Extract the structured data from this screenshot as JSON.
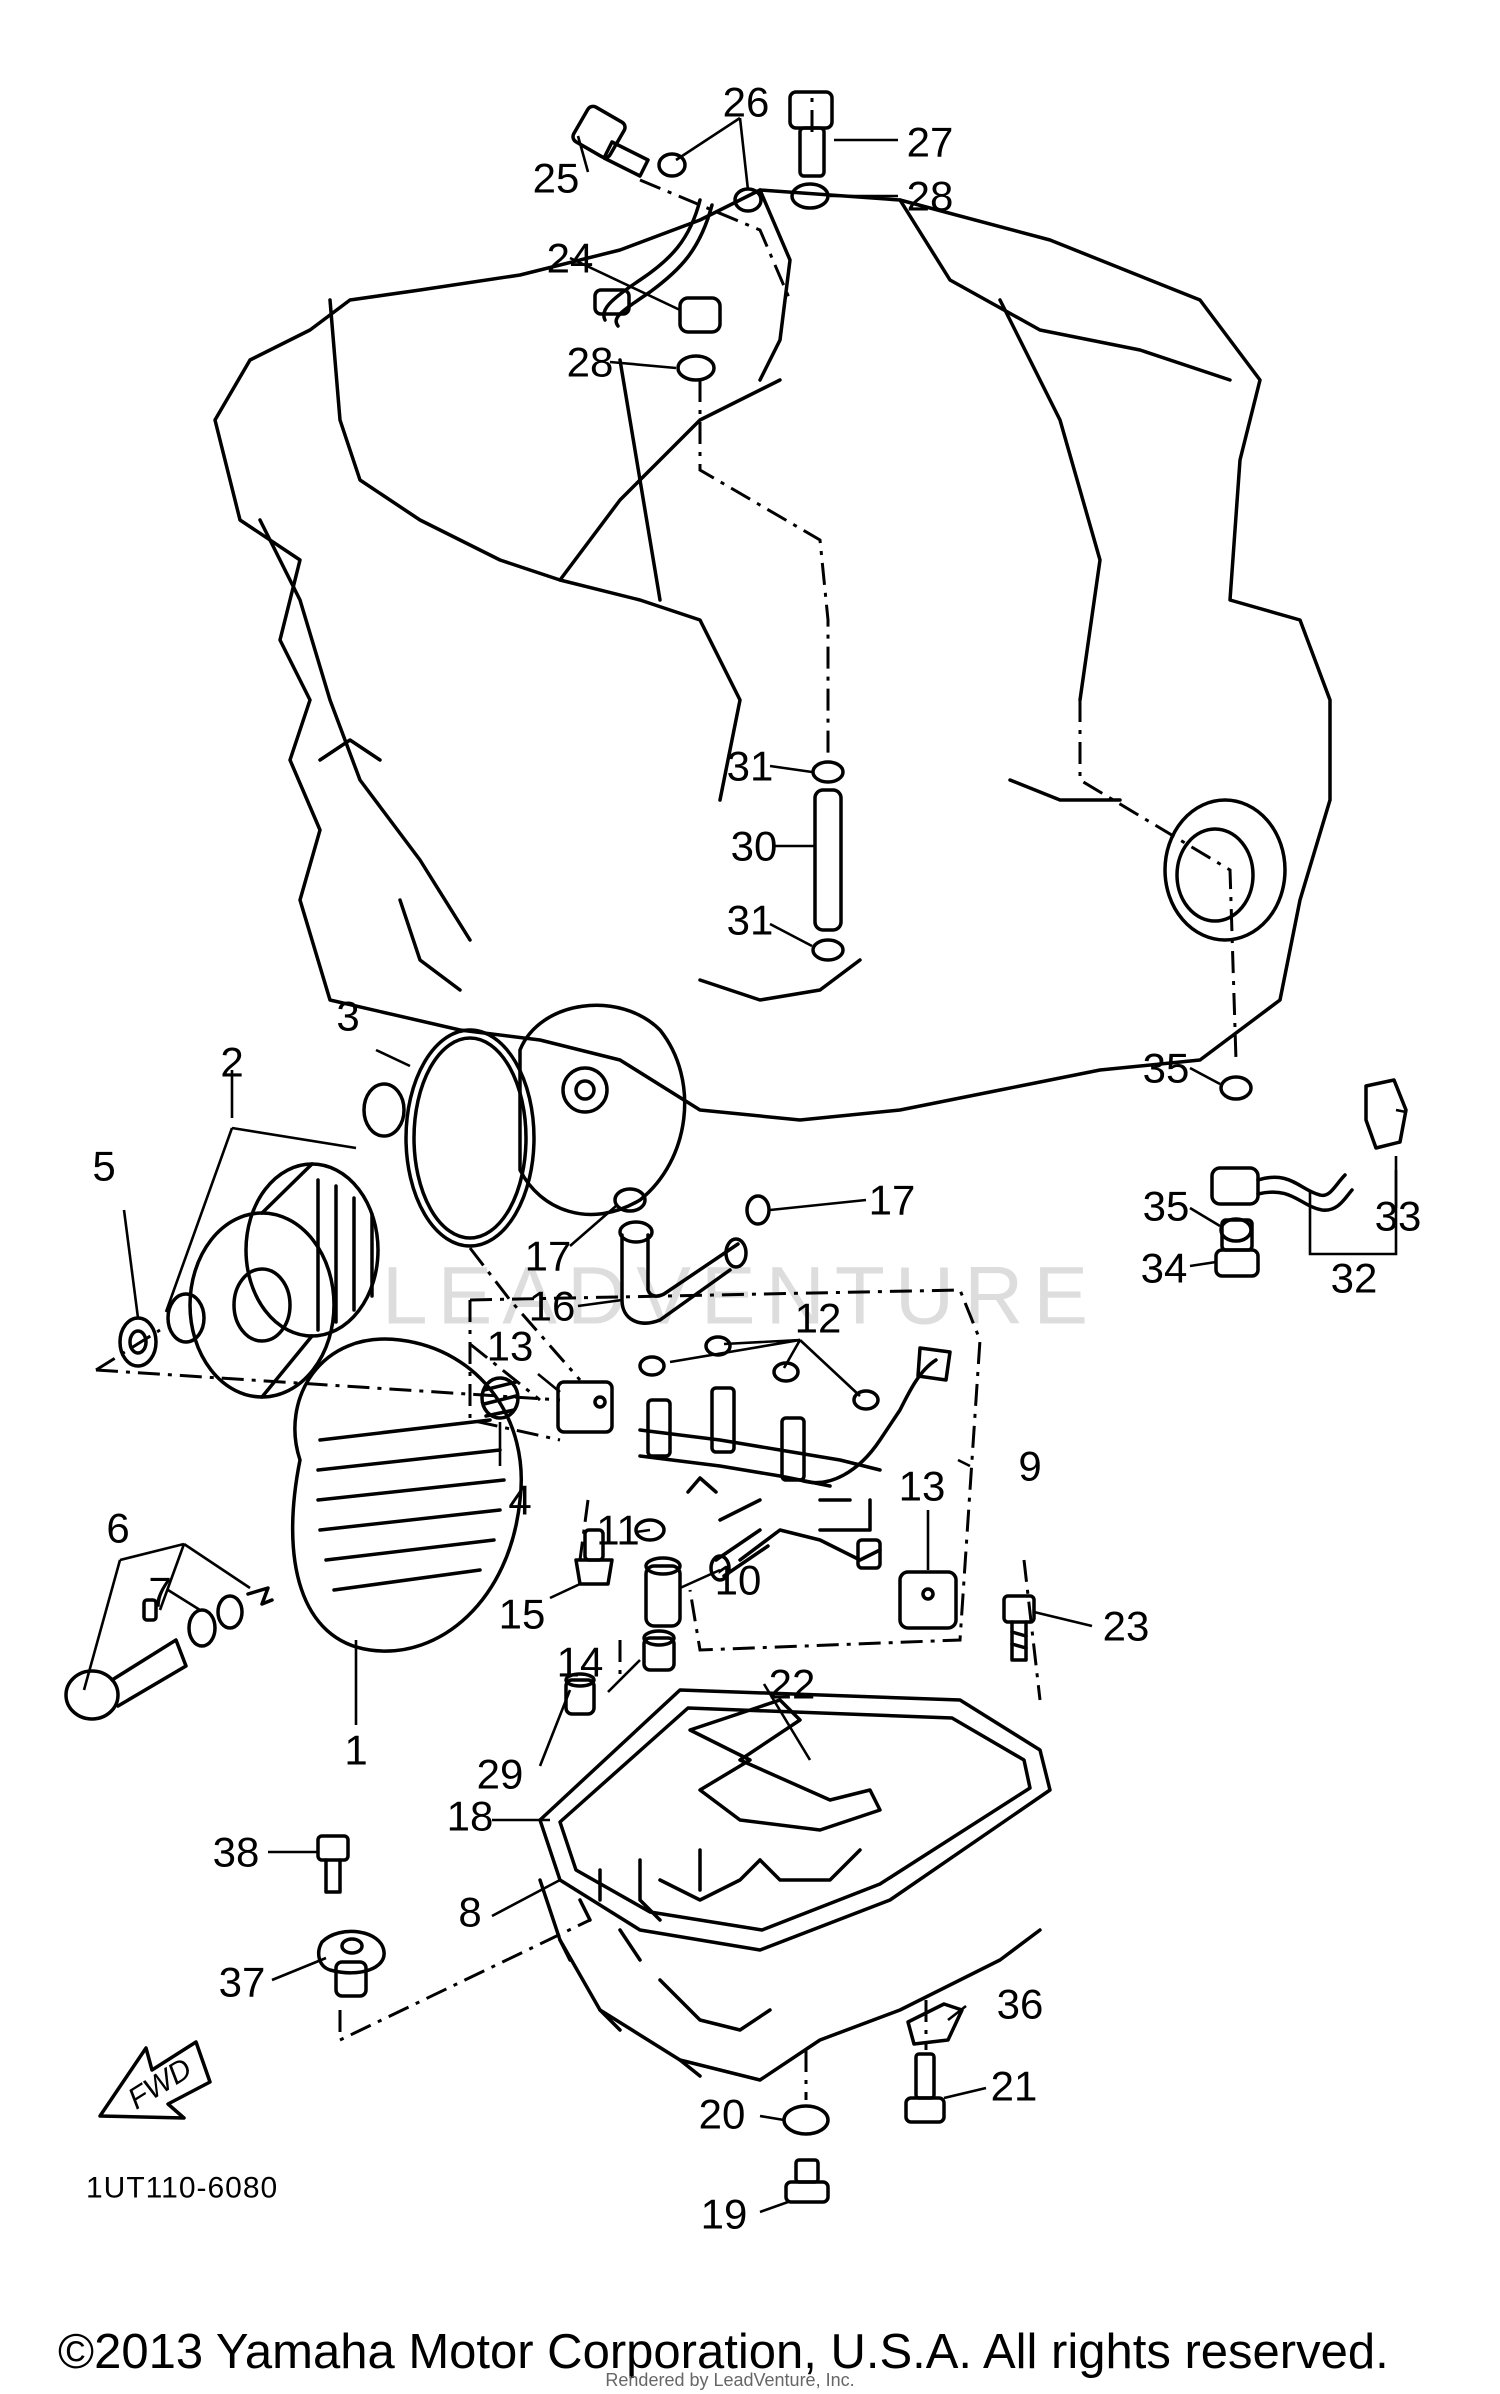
{
  "diagram": {
    "watermark_text": "LEADVENTURE",
    "diagram_id": "1UT110-6080",
    "forward_arrow_label": "FWD",
    "copyright": "©2013 Yamaha Motor Corporation, U.S.A. All rights reserved.",
    "rendered_by": "Rendered by LeadVenture, Inc.",
    "callouts": [
      {
        "id": "c1",
        "label": "1"
      },
      {
        "id": "c2",
        "label": "2"
      },
      {
        "id": "c3",
        "label": "3"
      },
      {
        "id": "c4",
        "label": "4"
      },
      {
        "id": "c5",
        "label": "5"
      },
      {
        "id": "c6",
        "label": "6"
      },
      {
        "id": "c7",
        "label": "7"
      },
      {
        "id": "c8",
        "label": "8"
      },
      {
        "id": "c9",
        "label": "9"
      },
      {
        "id": "c10",
        "label": "10"
      },
      {
        "id": "c11",
        "label": "11"
      },
      {
        "id": "c12",
        "label": "12"
      },
      {
        "id": "c13a",
        "label": "13"
      },
      {
        "id": "c13b",
        "label": "13"
      },
      {
        "id": "c14",
        "label": "14"
      },
      {
        "id": "c15",
        "label": "15"
      },
      {
        "id": "c16",
        "label": "16"
      },
      {
        "id": "c17a",
        "label": "17"
      },
      {
        "id": "c17b",
        "label": "17"
      },
      {
        "id": "c18",
        "label": "18"
      },
      {
        "id": "c19",
        "label": "19"
      },
      {
        "id": "c20",
        "label": "20"
      },
      {
        "id": "c21",
        "label": "21"
      },
      {
        "id": "c22",
        "label": "22"
      },
      {
        "id": "c23",
        "label": "23"
      },
      {
        "id": "c24",
        "label": "24"
      },
      {
        "id": "c25",
        "label": "25"
      },
      {
        "id": "c26",
        "label": "26"
      },
      {
        "id": "c27",
        "label": "27"
      },
      {
        "id": "c28a",
        "label": "28"
      },
      {
        "id": "c28b",
        "label": "28"
      },
      {
        "id": "c29",
        "label": "29"
      },
      {
        "id": "c30",
        "label": "30"
      },
      {
        "id": "c31a",
        "label": "31"
      },
      {
        "id": "c31b",
        "label": "31"
      },
      {
        "id": "c32",
        "label": "32"
      },
      {
        "id": "c33",
        "label": "33"
      },
      {
        "id": "c34",
        "label": "34"
      },
      {
        "id": "c35a",
        "label": "35"
      },
      {
        "id": "c35b",
        "label": "35"
      },
      {
        "id": "c36",
        "label": "36"
      },
      {
        "id": "c37",
        "label": "37"
      },
      {
        "id": "c38",
        "label": "38"
      }
    ]
  }
}
